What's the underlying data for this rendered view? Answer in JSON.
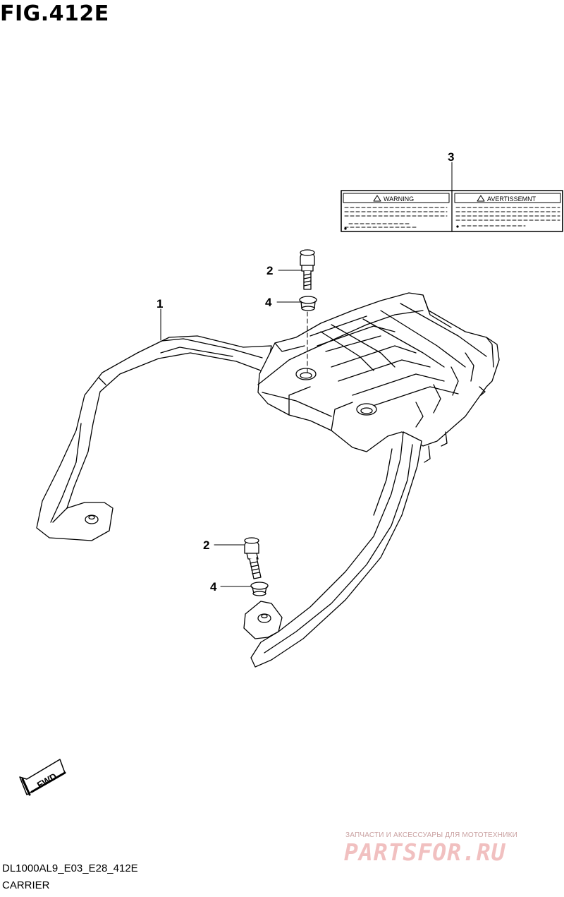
{
  "figure": {
    "title": "FIG.412E"
  },
  "callouts": [
    {
      "id": "callout-1",
      "label": "1"
    },
    {
      "id": "callout-2-top",
      "label": "2"
    },
    {
      "id": "callout-4-top",
      "label": "4"
    },
    {
      "id": "callout-3",
      "label": "3"
    },
    {
      "id": "callout-2-bottom",
      "label": "2"
    },
    {
      "id": "callout-4-bottom",
      "label": "4"
    }
  ],
  "warning_label": {
    "left_heading": "WARNING",
    "right_heading": "AVERTISSEMNT"
  },
  "fwd_arrow": {
    "text": "FWD"
  },
  "footer": {
    "code": "DL1000AL9_E03_E28_412E",
    "caption": "CARRIER"
  },
  "watermark": {
    "tagline": "ЗАПЧАСТИ И АКСЕССУАРЫ ДЛЯ МОТОТЕХНИКИ",
    "brand": "PARTSFOR.RU"
  }
}
